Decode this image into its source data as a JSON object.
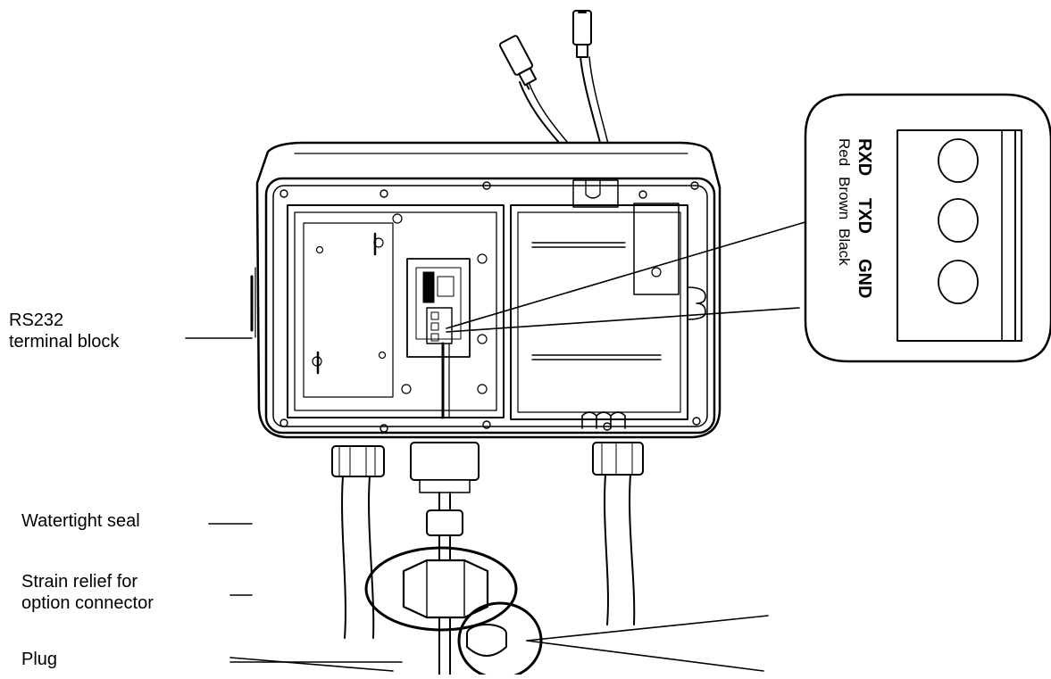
{
  "labels": {
    "rs232": "RS232\nterminal block",
    "watertight_seal": "Watertight seal",
    "strain_relief": "Strain relief for\noption connector",
    "plug": "Plug"
  },
  "terminal_inset": {
    "pins": [
      {
        "signal": "RXD",
        "wire": "Red"
      },
      {
        "signal": "TXD",
        "wire": "Brown"
      },
      {
        "signal": "GND",
        "wire": "Black"
      }
    ]
  },
  "colors": {
    "line": "#000000",
    "background": "#ffffff",
    "shade": "#e6e6e6"
  }
}
